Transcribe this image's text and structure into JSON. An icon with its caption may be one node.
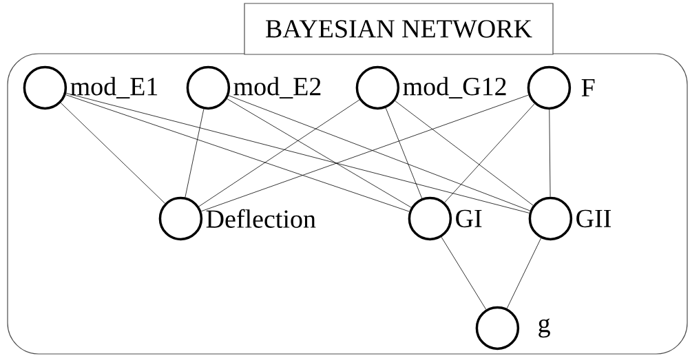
{
  "diagram": {
    "nodes": [
      {
        "text": [
          "BAYESIAN NETWORK"
        ]
      },
      {
        "text": [],
        "shape": "circle",
        "beside": [
          "mod_E1"
        ],
        "in": 0
      },
      {
        "text": [],
        "shape": "circle",
        "beside": [
          "mod_E2"
        ],
        "in": 0
      },
      {
        "text": [],
        "shape": "circle",
        "beside": [
          "mod_G12"
        ],
        "in": 0
      },
      {
        "text": [],
        "shape": "circle",
        "beside": [
          "F"
        ],
        "in": 0
      },
      {
        "text": [],
        "shape": "circle",
        "beside": [
          "Deflection"
        ],
        "in": 0
      },
      {
        "text": [],
        "shape": "circle",
        "beside": [
          "GI"
        ],
        "in": 0
      },
      {
        "text": [],
        "shape": "circle",
        "beside": [
          "GII"
        ],
        "in": 0
      },
      {
        "text": [],
        "shape": "circle",
        "beside": [
          "g"
        ],
        "in": 0
      }
    ],
    "edges": [
      {
        "from": 1,
        "to": 5,
        "arrow": "none"
      },
      {
        "from": 1,
        "to": 6,
        "arrow": "none"
      },
      {
        "from": 1,
        "to": 7,
        "arrow": "none"
      },
      {
        "from": 2,
        "to": 5,
        "arrow": "none"
      },
      {
        "from": 2,
        "to": 6,
        "arrow": "none"
      },
      {
        "from": 2,
        "to": 7,
        "arrow": "none"
      },
      {
        "from": 3,
        "to": 5,
        "arrow": "none"
      },
      {
        "from": 3,
        "to": 6,
        "arrow": "none"
      },
      {
        "from": 3,
        "to": 7,
        "arrow": "none"
      },
      {
        "from": 4,
        "to": 5,
        "arrow": "none"
      },
      {
        "from": 4,
        "to": 6,
        "arrow": "none"
      },
      {
        "from": 4,
        "to": 7,
        "arrow": "none"
      },
      {
        "from": 6,
        "to": 8,
        "arrow": "none"
      },
      {
        "from": 7,
        "to": 8,
        "arrow": "none"
      }
    ]
  }
}
